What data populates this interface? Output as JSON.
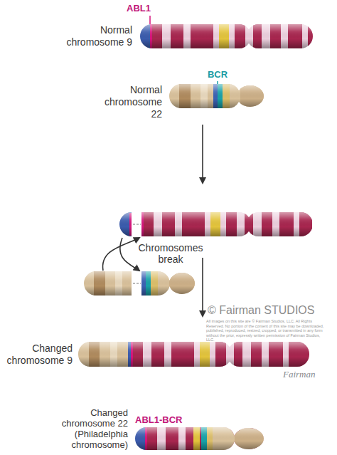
{
  "diagram": {
    "labels": [
      "ABL1",
      "Normal chromosome 9",
      "BCR",
      "Normal chromosome 22",
      "Chromosomes break",
      "Changed chromosome 9",
      "ABL1-BCR",
      "Changed chromosome 22 (Philadelphia chromosome)",
      "© Fairman STUDIOS",
      "All images on this site are © Fairman Studios, LLC. All Rights Reserved. No portion of the content of this site may be downloaded, published, reproduced, resized, cropped, or transmitted in any form without the prior, expressly written permission of Fairman Studios, LLC.",
      "Fairman"
    ]
  }
}
